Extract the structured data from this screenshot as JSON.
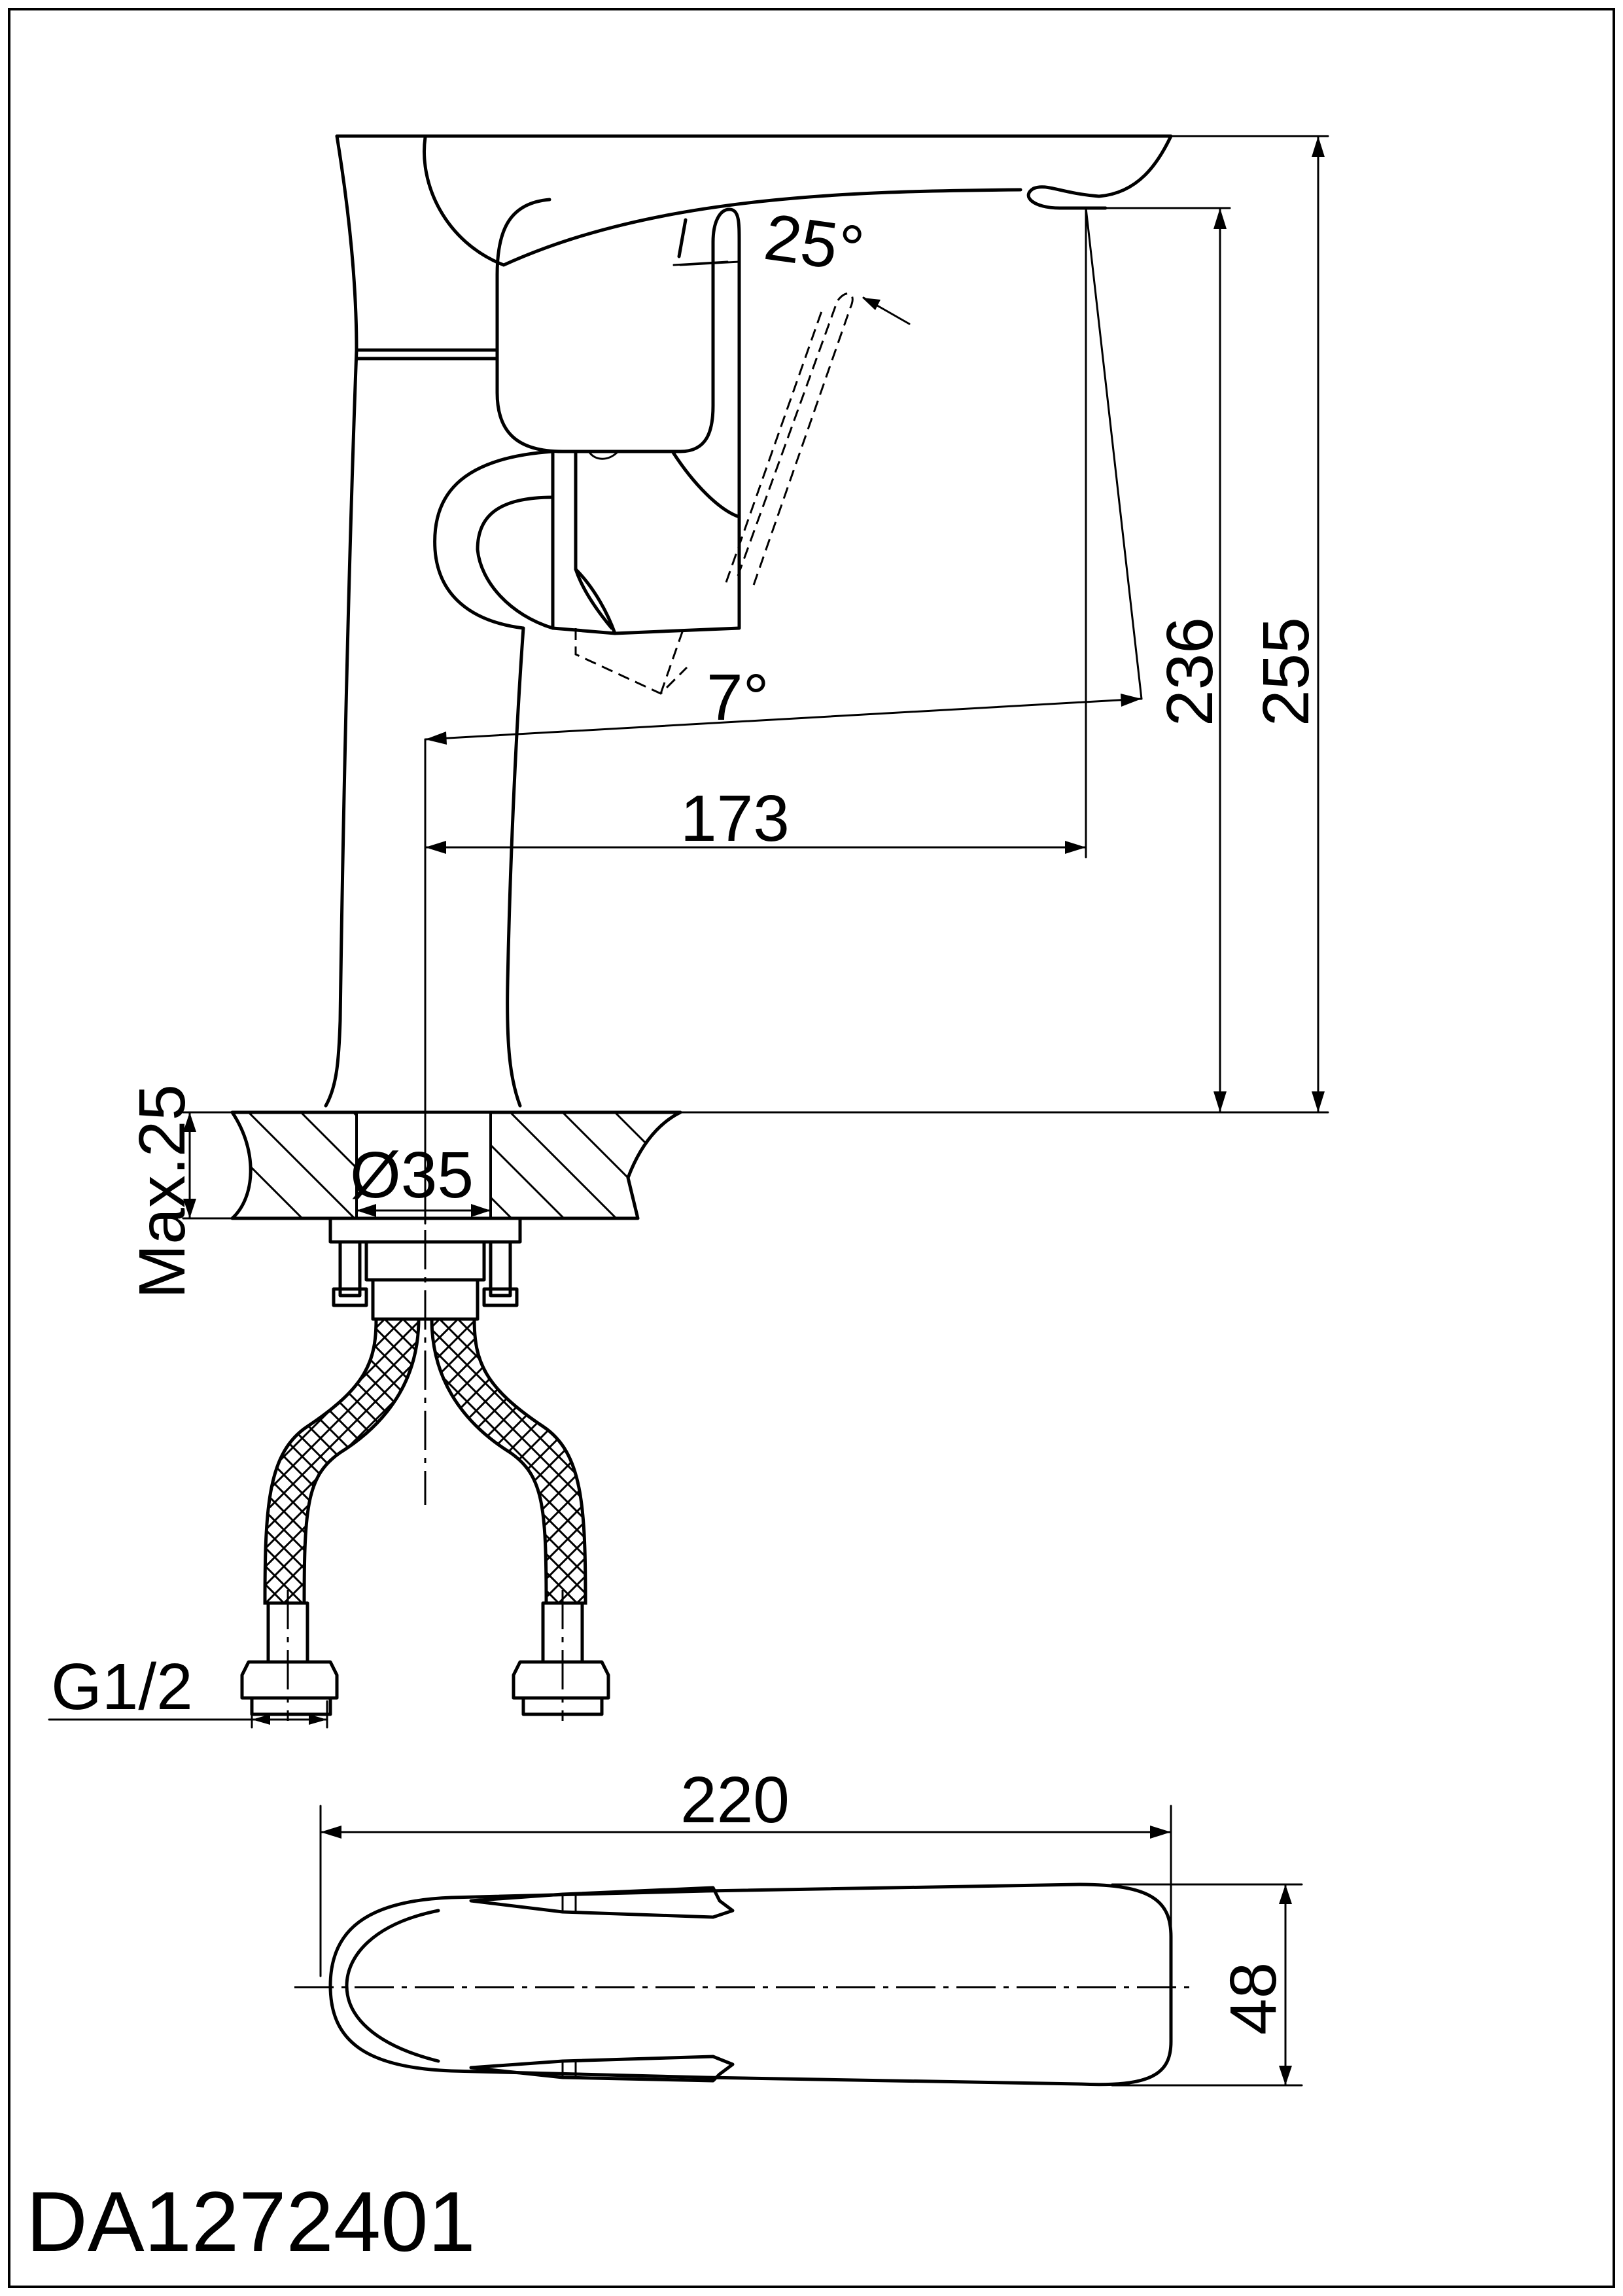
{
  "model_code": "DA1272401",
  "dimensions": {
    "overall_height": "255",
    "spout_height": "236",
    "spout_reach": "173",
    "max_deck_thickness": "Max.25",
    "mounting_hole": "Ø35",
    "connection_thread": "G1/2",
    "overall_length": "220",
    "width": "48"
  },
  "angles": {
    "lever_up": "25°",
    "lever_down": "7°"
  }
}
